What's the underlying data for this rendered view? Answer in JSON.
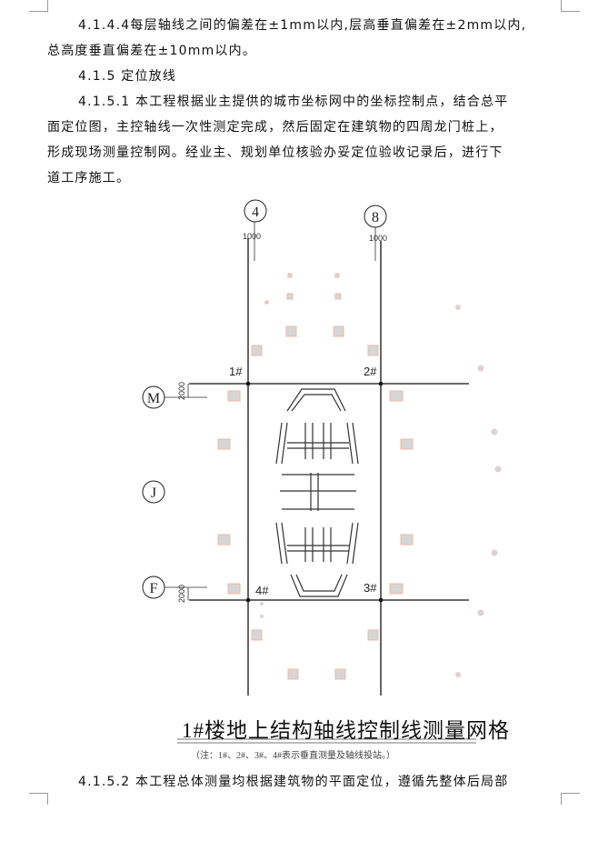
{
  "paragraphs": [
    "4.1.4.4每层轴线之间的偏差在±1mm以内,层高垂直偏差在±2mm以内,",
    "总高度垂直偏差在±10mm以内。",
    "4.1.5 定位放线",
    "4.1.5.1 本工程根据业主提供的城市坐标网中的坐标控制点，结合总平",
    "面定位图，主控轴线一次性测定完成，然后固定在建筑物的四周龙门桩上，",
    "形成现场测量控制网。经业主、规划单位核验办妥定位验收记录后，进行下",
    "道工序施工。",
    "4.1.5.2 本工程总体测量均根据建筑物的平面定位，遵循先整体后局部"
  ],
  "drawing": {
    "axis_labels": {
      "col_left": "4",
      "col_right": "8",
      "row_top": "M",
      "row_mid": "J",
      "row_bottom": "F"
    },
    "dimensions": {
      "col_left": "1000",
      "col_right": "1000",
      "row_top": "2000",
      "row_bottom": "2000"
    },
    "stations": {
      "s1": "1#",
      "s2": "2#",
      "s3": "3#",
      "s4": "4#"
    },
    "title": "1#楼地上结构轴线控制线测量网格",
    "note": "（注：1#、2#、3#、4#表示垂直测量及轴线投站。）"
  }
}
